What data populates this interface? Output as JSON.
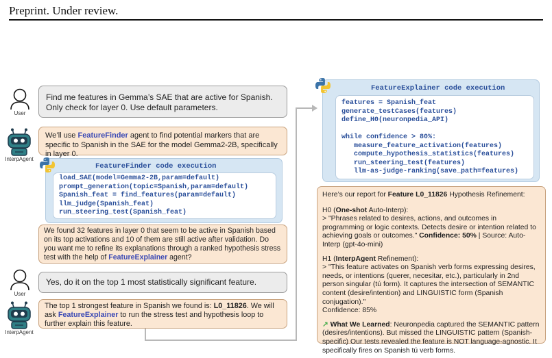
{
  "header": {
    "text": "Preprint. Under review."
  },
  "labels": {
    "user": "User",
    "agent": "InterpAgent"
  },
  "chat": {
    "user_msg_1": "Find me features in Gemma’s SAE that are active for Spanish. Only check for layer 0. Use default parameters.",
    "agent_msg_1": {
      "pre": "We’ll use ",
      "link": "FeatureFinder",
      "post": " agent to find potential markers that are specific to Spanish in the SAE for the model Gemma2-2B, specifically in layer 0."
    },
    "agent_msg_2": {
      "pre": "We found 32 features in layer 0 that seem to be active in Spanish based on its top activations and 10 of them are still active after validation. Do you want me to refine its explanations through a ranked hypothesis stress test with the help of ",
      "link": "FeatureExplainer",
      "post": " agent?"
    },
    "user_msg_2": "Yes, do it on the top 1 most statistically significant feature.",
    "agent_msg_3": {
      "pre": "The top 1 strongest feature in Spanish we found is: ",
      "feature": "L0_11826",
      "mid": ".  We will ask ",
      "link": "FeatureExplainer",
      "post": " to run the stress test and hypothesis loop to further explain this feature."
    }
  },
  "finder": {
    "title": "FeatureFinder code execution",
    "code": [
      "load_SAE(model=Gemma2-2B,param=default)",
      "prompt_generation(topic=Spanish,param=default)",
      "Spanish_feat = find_features(param=default)",
      "llm_judge(Spanish_feat)",
      "run_steering_test(Spanish_feat)"
    ]
  },
  "explainer": {
    "title": "FeatureExplainer code execution",
    "code": [
      "features = Spanish_feat",
      "generate_testCases(features)",
      "define_H0(neuronpedia_API)",
      "",
      "while confidence > 80%:",
      "   measure_feature_activation(features)",
      "   compute_hypothesis_statistics(features)",
      "   run_steering_test(features)",
      "   llm-as-judge-ranking(save_path=features)"
    ]
  },
  "report": {
    "intro_pre": "Here’s our report for ",
    "intro_bold": "Feature L0_11826",
    "intro_post": " Hypothesis Refinement:",
    "h0_label": "H0 (",
    "h0_bold": "One-shot",
    "h0_rest": " Auto-Interp):",
    "h0_quote": "> \"Phrases related to desires, actions, and outcomes in programming or logic contexts. Detects desire or intention related to achieving goals or outcomes.\" ",
    "h0_conf": "Confidence: 50%",
    "h0_src": " | Source: Auto-Interp (gpt-4o-mini)",
    "h1_label": "H1 (",
    "h1_bold": "InterpAgent",
    "h1_rest": " Refinement):",
    "h1_quote": "> \"This feature activates on Spanish verb forms expressing desires, needs, or intentions (querer, necesitar, etc.), particularly in 2nd person singular (tú form). It captures the intersection of SEMANTIC content (desire/intention) and LINGUISTIC form (Spanish conjugation).\"",
    "h1_conf": "Confidence: 85%",
    "learned_title": "What We Learned",
    "learned_text": ": Neuronpedia captured the SEMANTIC pattern (desires/intentions). But missed the LINGUISTIC pattern (Spanish-specific) Our tests revealed the feature is NOT language-agnostic. It specifically fires on Spanish tú verb forms."
  },
  "colors": {
    "accent": "#3b49b4",
    "code": "#2a4f9a",
    "peach": "#fbe7d3",
    "gray": "#ececec",
    "blue": "#d6e6f3"
  }
}
